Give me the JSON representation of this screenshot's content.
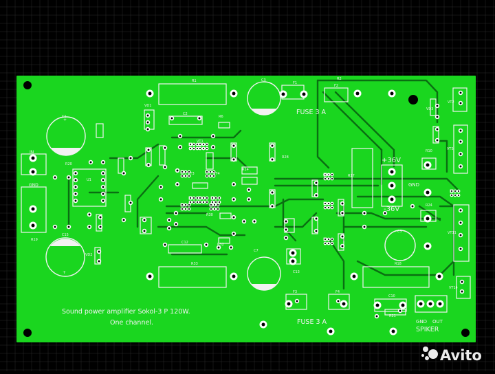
{
  "colors": {
    "background": "#000000",
    "grid": "#2a2a2a",
    "board": "#1ad61f",
    "trace": "#0a6e12",
    "silk": "#f2f2f2",
    "pad": "#ffffff",
    "hole": "#000000"
  },
  "board": {
    "title": "Sound power amplifier Sokol-3 P 120W.",
    "subtitle": "One channel.",
    "fuse_top": "FUSE 3 A",
    "fuse_bottom": "FUSE 3 A",
    "plus_36": "+36V",
    "minus_36": "-36V",
    "gnd_power": "GND",
    "in_label": "IN",
    "gnd_in": "GND",
    "gnd_out": "GND",
    "out_label": "OUT",
    "spiker": "SPIKER",
    "refs": {
      "r1": "R1",
      "r2": "R2",
      "r6": "R6",
      "r10": "R10",
      "r14": "R14",
      "r17": "R17",
      "r18": "R18",
      "r19": "R19",
      "r20": "R20",
      "r21": "R21",
      "r24": "R24",
      "r28": "R28",
      "r30": "R30",
      "r32": "R32",
      "r33": "R33",
      "c1": "C1",
      "c2": "C2",
      "c3": "C3",
      "c5": "C5",
      "c7": "C7",
      "c10": "C10",
      "c12": "C12",
      "c13": "C13",
      "c15": "C15",
      "f1": "F1",
      "f2": "F2",
      "f3": "F3",
      "f4": "F4",
      "vt1": "VT1",
      "vt2": "VT2",
      "vt3": "VT3",
      "vt4": "VT4",
      "vt5": "VT5",
      "vt7": "VT7",
      "vt11": "VT11",
      "vt14": "VT14",
      "vd1": "VD1",
      "vd2": "VD2",
      "vd3": "VD3",
      "u1": "U1"
    }
  },
  "watermark": {
    "text": "Avito"
  }
}
